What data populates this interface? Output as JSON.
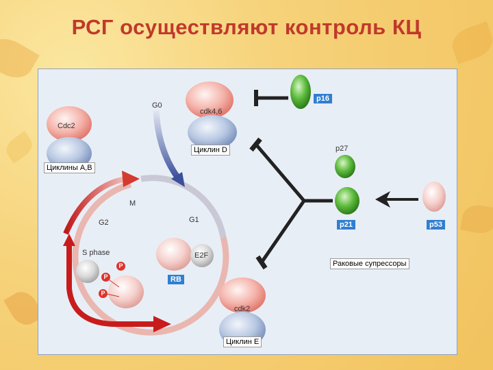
{
  "title": "РСГ осуществляют контроль КЦ",
  "diagram": {
    "labels": {
      "g0": "G0",
      "cdk46": "cdk4,6",
      "cyclin_d": "Циклин D",
      "cdc2": "Cdc2",
      "cyclins_ab": "Циклины A,B",
      "m": "M",
      "g2": "G2",
      "g1": "G1",
      "s_phase": "S phase",
      "e2f": "E2F",
      "rb": "RB",
      "p": "P",
      "cdk2": "cdk2",
      "cyclin_e": "Циклин E",
      "p16": "p16",
      "p27": "p27",
      "p21": "p21",
      "p53": "p53",
      "suppressors": "Раковые супрессоры"
    }
  }
}
